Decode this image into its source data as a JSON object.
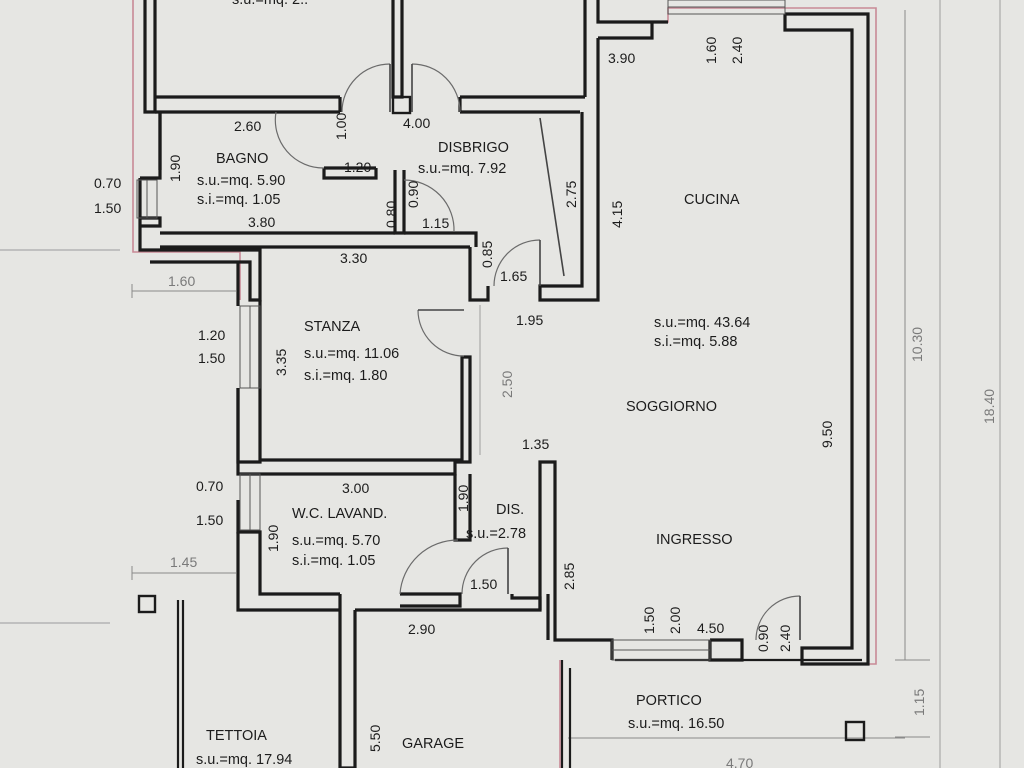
{
  "rooms": {
    "top_left_area": "s.u.=mq. 2..",
    "bagno": {
      "name": "BAGNO",
      "su": "s.u.=mq.  5.90",
      "si": "s.i.=mq.  1.05"
    },
    "disbrigo": {
      "name": "DISBRIGO",
      "su": "s.u.=mq.  7.92"
    },
    "cucina": {
      "name": "CUCINA"
    },
    "soggiorno": {
      "name": "SOGGIORNO",
      "su": "s.u.=mq.  43.64",
      "si": "s.i.=mq. 5.88"
    },
    "ingresso": {
      "name": "INGRESSO"
    },
    "stanza": {
      "name": "STANZA",
      "su": "s.u.=mq.  11.06",
      "si": "s.i.=mq.  1.80"
    },
    "wc": {
      "name": "W.C. LAVAND.",
      "su": "s.u.=mq.  5.70",
      "si": "s.i.=mq.  1.05"
    },
    "dis": {
      "name": "DIS.",
      "su": "s.u.=2.78"
    },
    "portico": {
      "name": "PORTICO",
      "su": "s.u.=mq.  16.50"
    },
    "tettoia": {
      "name": "TETTOIA",
      "su": "s.u.=mq.  17.94"
    },
    "garage": {
      "name": "GARAGE"
    }
  },
  "dimensions": {
    "d_390": "3.90",
    "d_160a": "1.60",
    "d_240a": "2.40",
    "d_260": "2.60",
    "d_100": "1.00",
    "d_400": "4.00",
    "d_190a": "1.90",
    "d_120a": "1.20",
    "d_070a": "0.70",
    "d_150a": "1.50",
    "d_090a": "0.90",
    "d_275": "2.75",
    "d_415": "4.15",
    "d_380": "3.80",
    "d_080": "0.80",
    "d_115": "1.15",
    "d_085": "0.85",
    "d_165": "1.65",
    "d_330": "3.30",
    "d_160b": "1.60",
    "d_120b": "1.20",
    "d_150b": "1.50",
    "d_335": "3.35",
    "d_195": "1.95",
    "d_250": "2.50",
    "d_135": "1.35",
    "d_1030": "10.30",
    "d_1840": "18.40",
    "d_950": "9.50",
    "d_300": "3.00",
    "d_070b": "0.70",
    "d_150c": "1.50",
    "d_190b": "1.90",
    "d_190c": "1.90",
    "d_145": "1.45",
    "d_150d": "1.50",
    "d_285": "2.85",
    "d_150e": "1.50",
    "d_200": "2.00",
    "d_450": "4.50",
    "d_090b": "0.90",
    "d_240b": "2.40",
    "d_290": "2.90",
    "d_115b": "1.15",
    "d_550": "5.50",
    "d_470": "4.70"
  }
}
